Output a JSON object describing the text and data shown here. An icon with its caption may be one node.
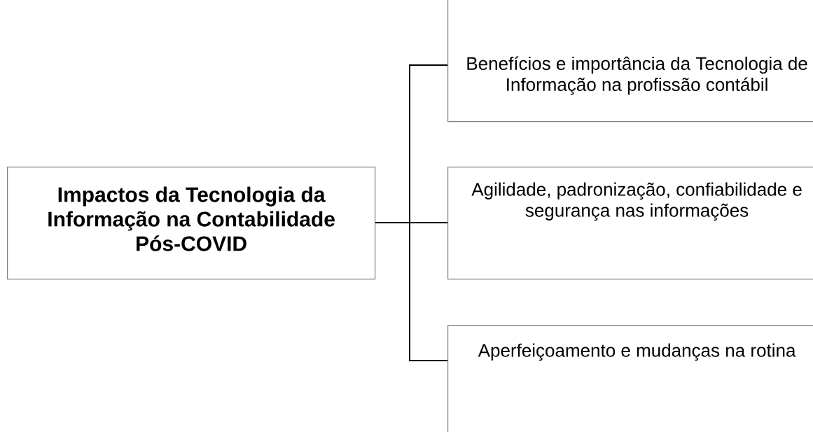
{
  "diagram": {
    "nodes": [
      {
        "text": [
          "Impactos da Tecnologia da Informação na Contabilidade Pós-COVID"
        ]
      },
      {
        "text": [
          "Benefícios e importância da Tecnologia de Informação na profissão contábil"
        ]
      },
      {
        "text": [
          "Agilidade, padronização, confiabilidade e segurança nas informações"
        ]
      },
      {
        "text": [
          "Aperfeiçoamento e mudanças na rotina"
        ]
      }
    ],
    "edges": [
      {
        "from": 0,
        "to": 1,
        "arrow": "none"
      },
      {
        "from": 0,
        "to": 2,
        "arrow": "none"
      },
      {
        "from": 0,
        "to": 3,
        "arrow": "none"
      }
    ]
  }
}
